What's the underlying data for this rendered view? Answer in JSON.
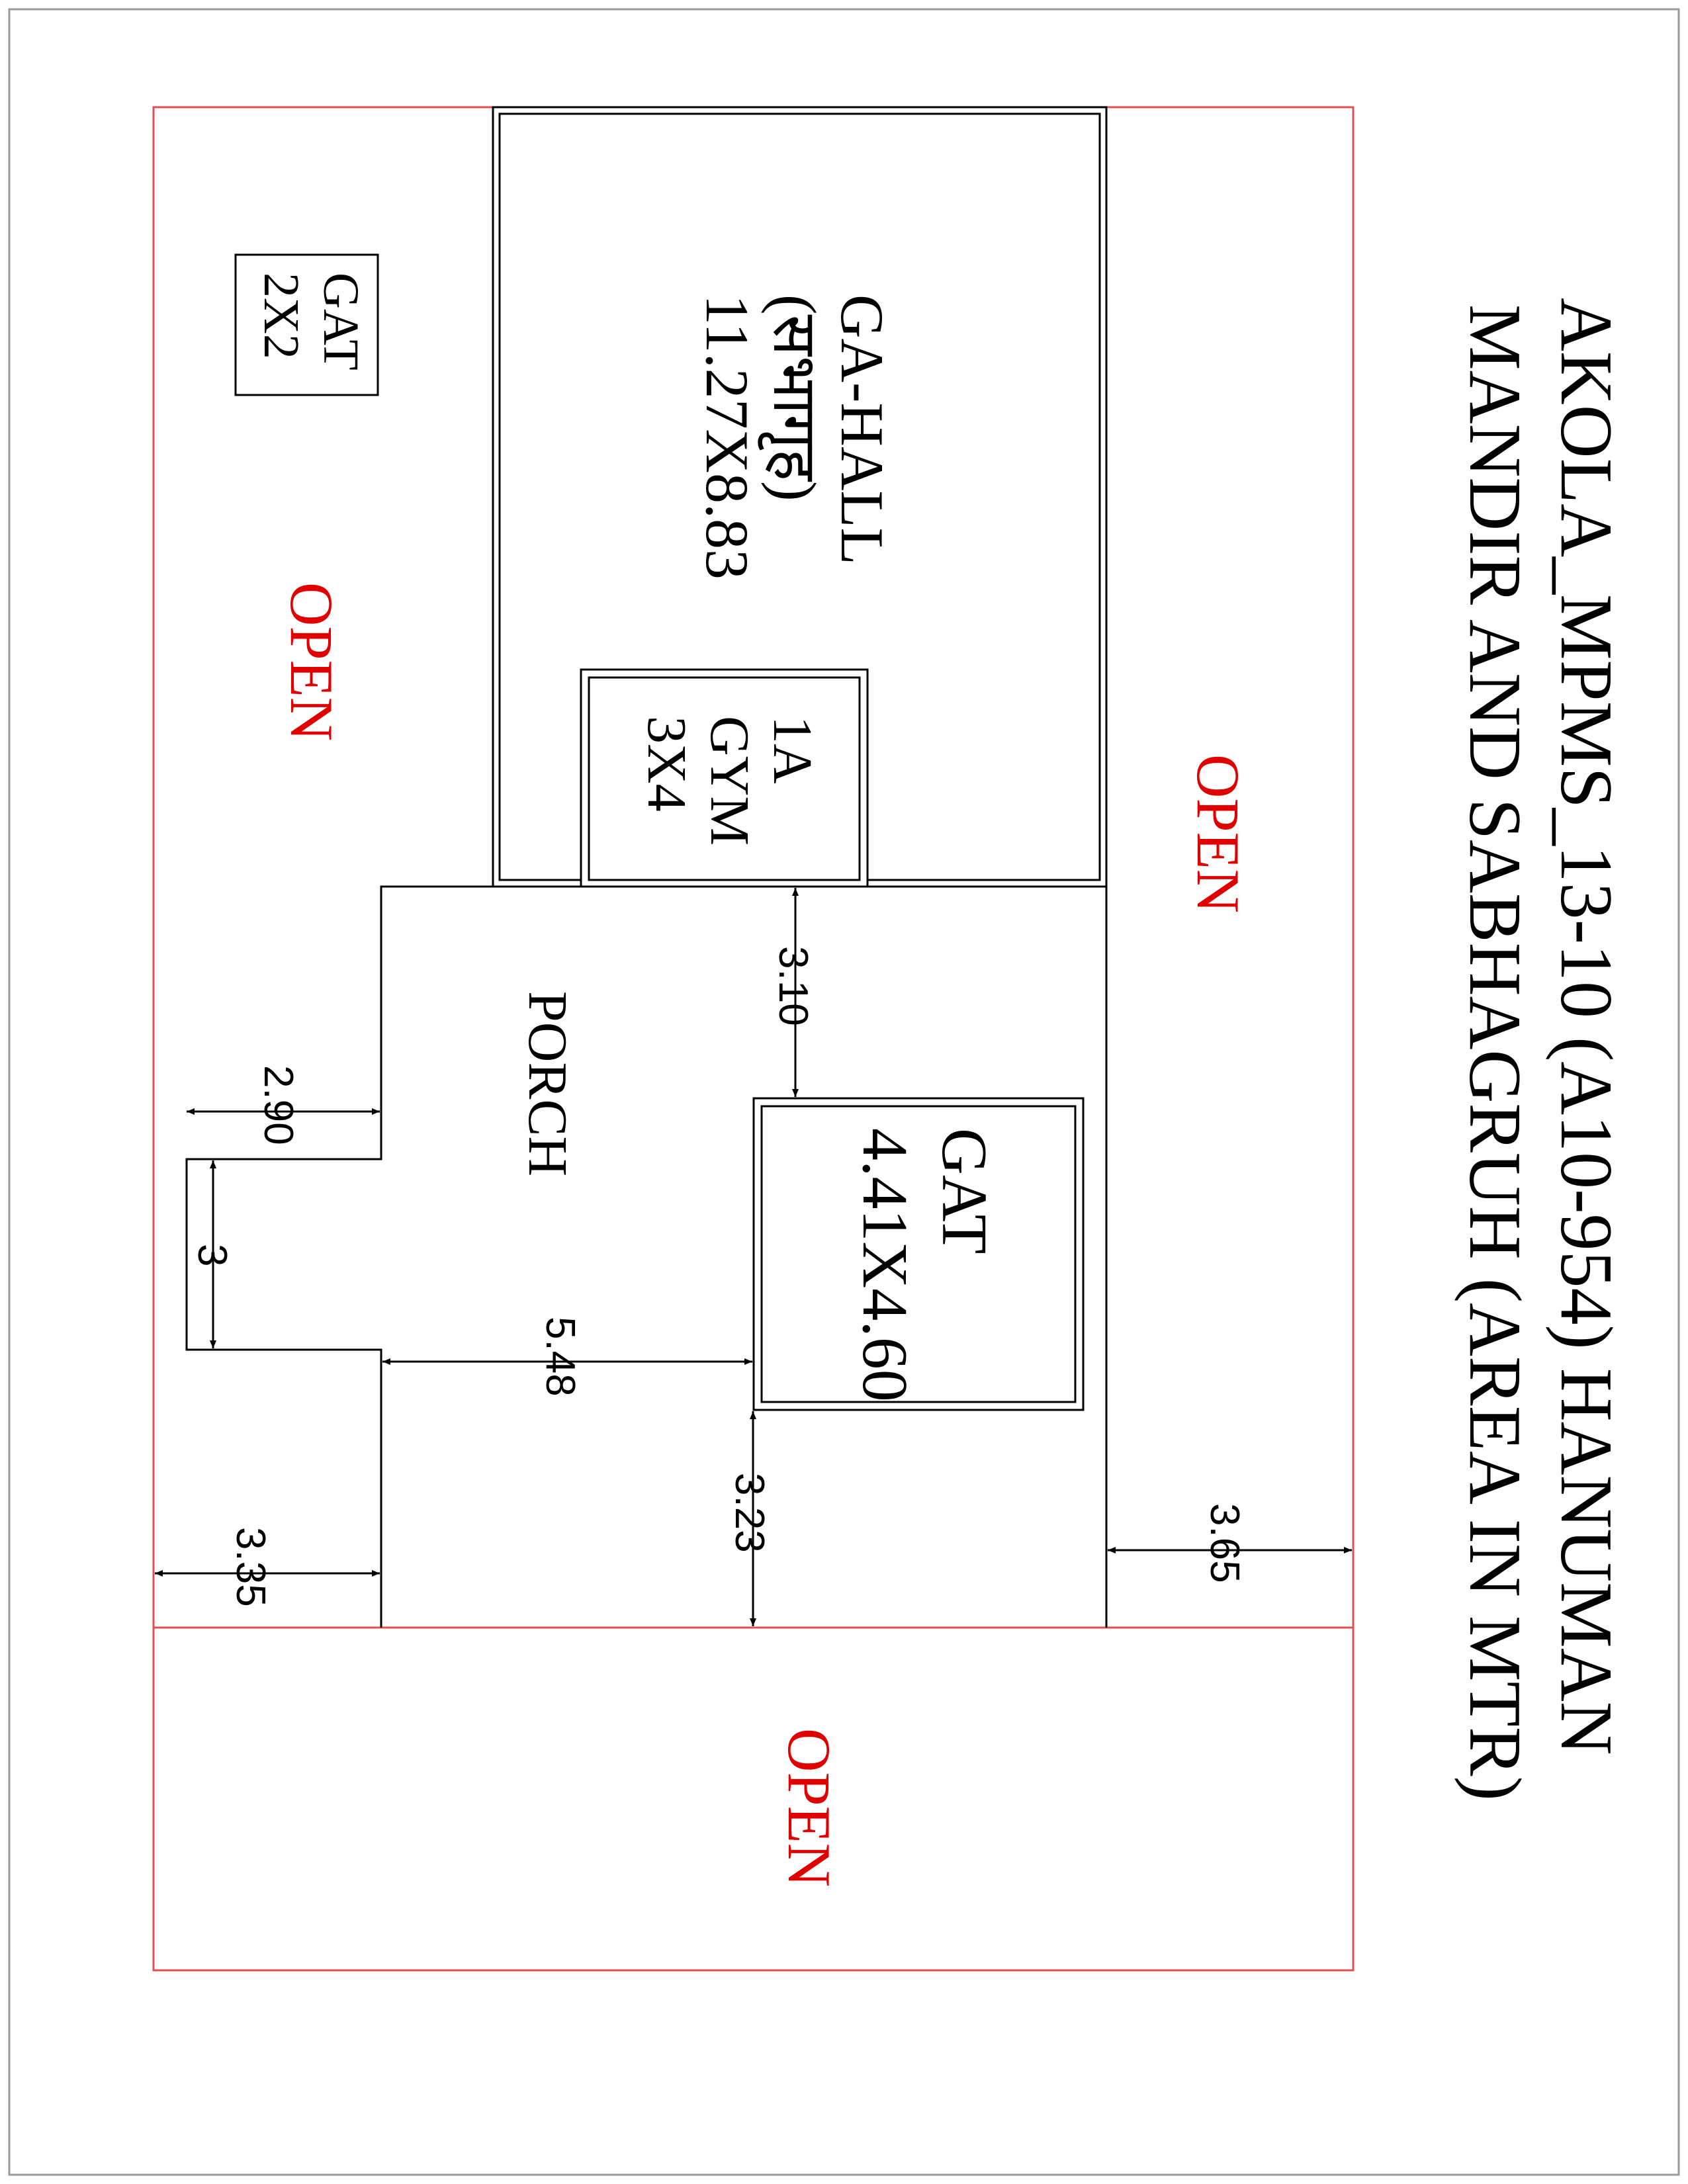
{
  "drawing": {
    "title_line1": "AKOLA_MPMS_13-10 (A10-954) HANUMAN",
    "title_line2": "MANDIR AND SABHAGRUH  (AREA IN MTR)"
  },
  "rooms": {
    "ga_hall": {
      "name": "GA-HALL",
      "local_name": "(सभागृह)",
      "size": "11.27X8.83"
    },
    "gym": {
      "id": "1A",
      "name": "GYM",
      "size": "3X4"
    },
    "gat_small": {
      "name": "GAT",
      "size": "2X2"
    },
    "gat_large": {
      "name": "GAT",
      "size": "4.41X4.60"
    },
    "porch": {
      "name": "PORCH"
    }
  },
  "open_labels": {
    "upper": "OPEN",
    "right": "OPEN",
    "left": "OPEN"
  },
  "dimensions": {
    "porch_to_gat": "3.10",
    "porch_step": "2.90",
    "porch_offset": "3",
    "porch_width": "5.48",
    "gat_to_open": "3.23",
    "left_margin": "3.35",
    "right_margin": "3.65"
  },
  "colors": {
    "line": "#000000",
    "boundary": "#e05050",
    "open_text": "#e00000",
    "frame": "#9a9a9a"
  }
}
